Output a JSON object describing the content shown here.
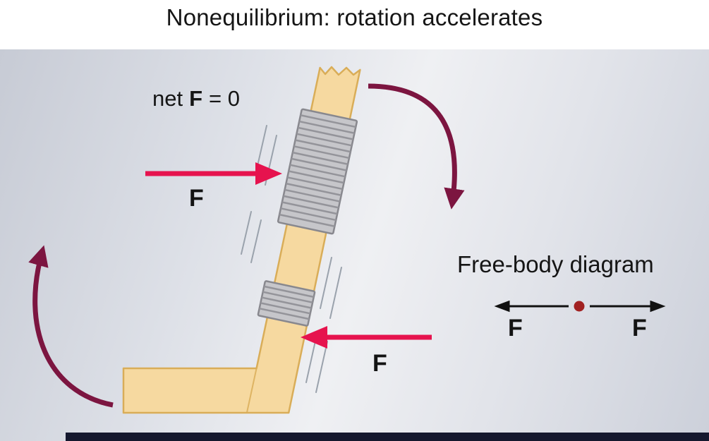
{
  "title": "Nonequilibrium: rotation accelerates",
  "labels": {
    "net_force": {
      "prefix": "net",
      "symbol": "F",
      "suffix": "= 0"
    },
    "force_top": "F",
    "force_bottom": "F"
  },
  "free_body_diagram": {
    "title": "Free-body diagram",
    "left_label": "F",
    "right_label": "F"
  },
  "colors": {
    "stick_fill": "#f6d9a0",
    "stick_stroke": "#d9ad58",
    "tape_fill": "#c6c6ca",
    "tape_stroke": "#88888e",
    "tape_stripe": "#94949a",
    "force_arrow": "#e6134e",
    "rotation_arrow": "#7c1540",
    "fbd_arrow": "#111111",
    "fbd_dot": "#a12121",
    "motion_line": "#9aa2ac",
    "bottom_bar": "#15182e"
  }
}
